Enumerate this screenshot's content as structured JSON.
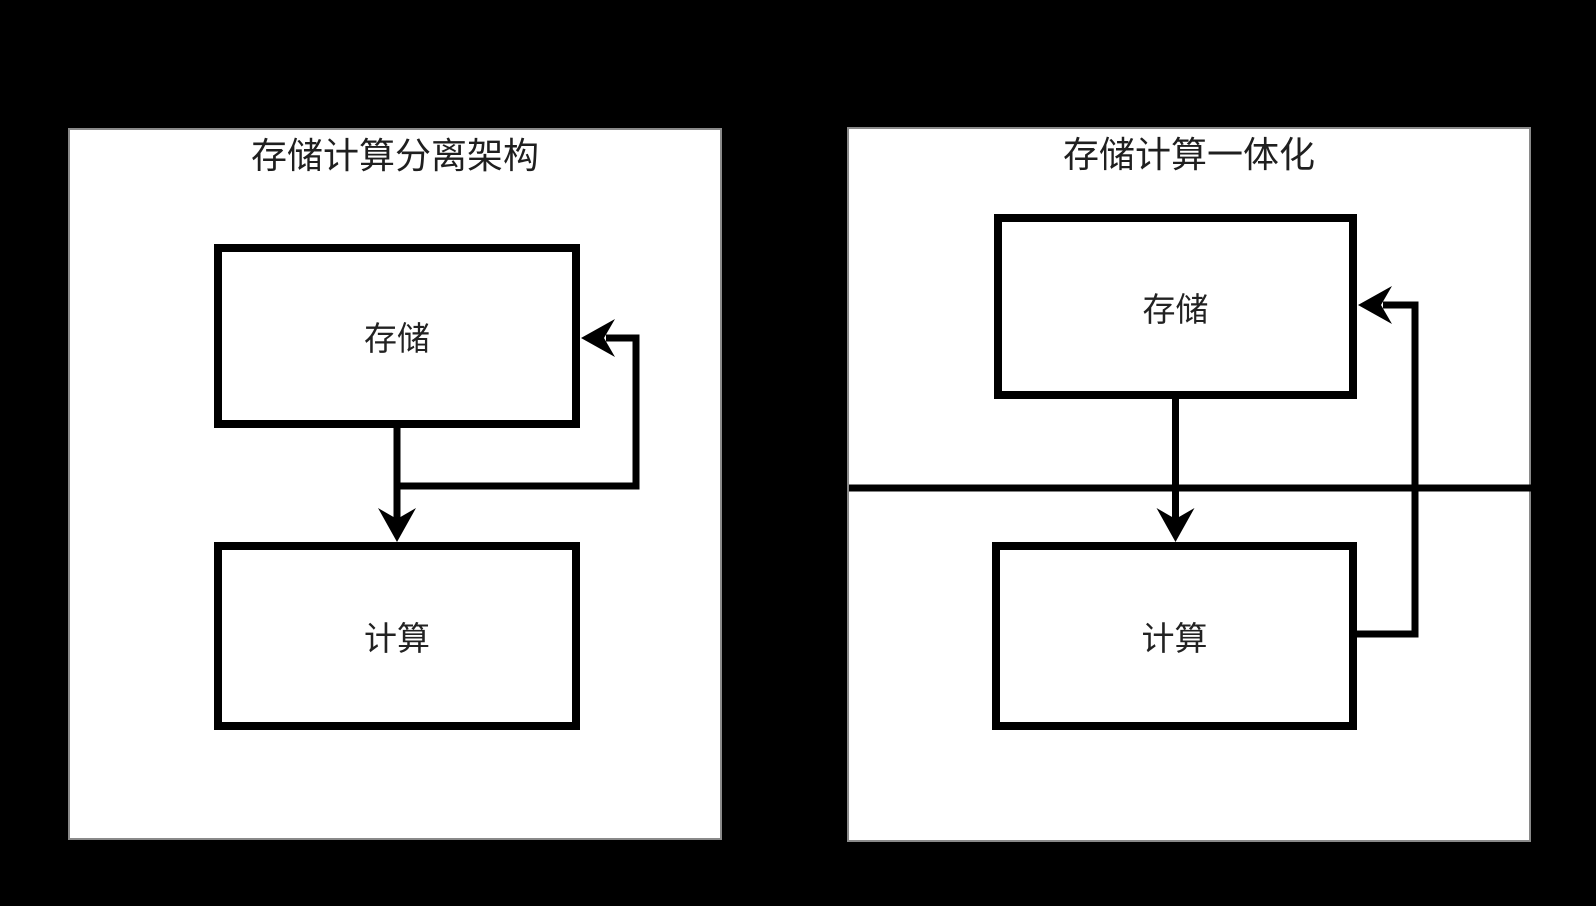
{
  "colors": {
    "background": "#000000",
    "panel_fill": "#ffffff",
    "panel_edge": "#8a8a8a",
    "line": "#000000",
    "text": "#222222"
  },
  "panels": [
    {
      "title": "存储计算分离架构",
      "nodes": [
        {
          "label": "存储"
        },
        {
          "label": "计算"
        }
      ],
      "edges": [
        {
          "from": "存储",
          "to": "计算",
          "shape": "straight-down-arrow"
        },
        {
          "from": "计算",
          "to": "存储",
          "shape": "right-side-loop-arrow"
        }
      ],
      "has_horizontal_divider": false
    },
    {
      "title": "存储计算一体化",
      "nodes": [
        {
          "label": "存储"
        },
        {
          "label": "计算"
        }
      ],
      "edges": [
        {
          "from": "存储",
          "to": "计算",
          "shape": "straight-down-arrow"
        },
        {
          "from": "计算",
          "to": "存储",
          "shape": "right-side-loop-arrow"
        }
      ],
      "has_horizontal_divider": true
    }
  ]
}
